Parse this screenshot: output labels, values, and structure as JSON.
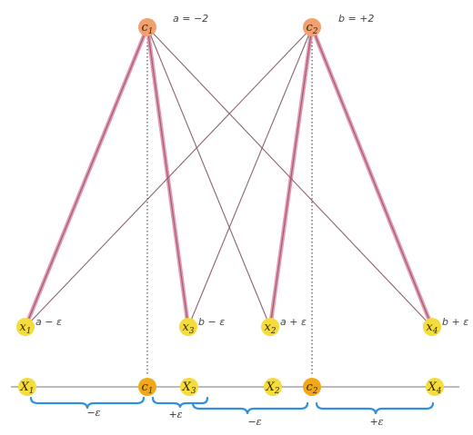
{
  "center_nodes": [
    {
      "id": "c1",
      "label": "c",
      "sub": "1",
      "annotation": "a = −2"
    },
    {
      "id": "c2",
      "label": "c",
      "sub": "2",
      "annotation": "b = +2"
    }
  ],
  "data_nodes": [
    {
      "id": "x1",
      "label": "x",
      "sub": "1",
      "annotation": "a − ε"
    },
    {
      "id": "x3",
      "label": "x",
      "sub": "3",
      "annotation": "b − ε"
    },
    {
      "id": "x2",
      "label": "x",
      "sub": "2",
      "annotation": "a + ε"
    },
    {
      "id": "x4",
      "label": "x",
      "sub": "4",
      "annotation": "b + ε"
    }
  ],
  "axis_nodes": [
    {
      "id": "X1",
      "label": "X",
      "sub": "1"
    },
    {
      "id": "c1",
      "label": "c",
      "sub": "1"
    },
    {
      "id": "X3",
      "label": "X",
      "sub": "3"
    },
    {
      "id": "X2",
      "label": "X",
      "sub": "2"
    },
    {
      "id": "c2",
      "label": "c",
      "sub": "2"
    },
    {
      "id": "X4",
      "label": "X",
      "sub": "4"
    }
  ],
  "braces": [
    "−ε",
    "+ε",
    "−ε",
    "+ε"
  ],
  "colors": {
    "center_node": "#f2a070",
    "data_node": "#f3dc3c",
    "axis_center_node": "#f0a818",
    "highlight_edge": "#e88aa6",
    "edge": "#8a6470",
    "brace": "#2f8fe0",
    "axis": "#777777"
  }
}
